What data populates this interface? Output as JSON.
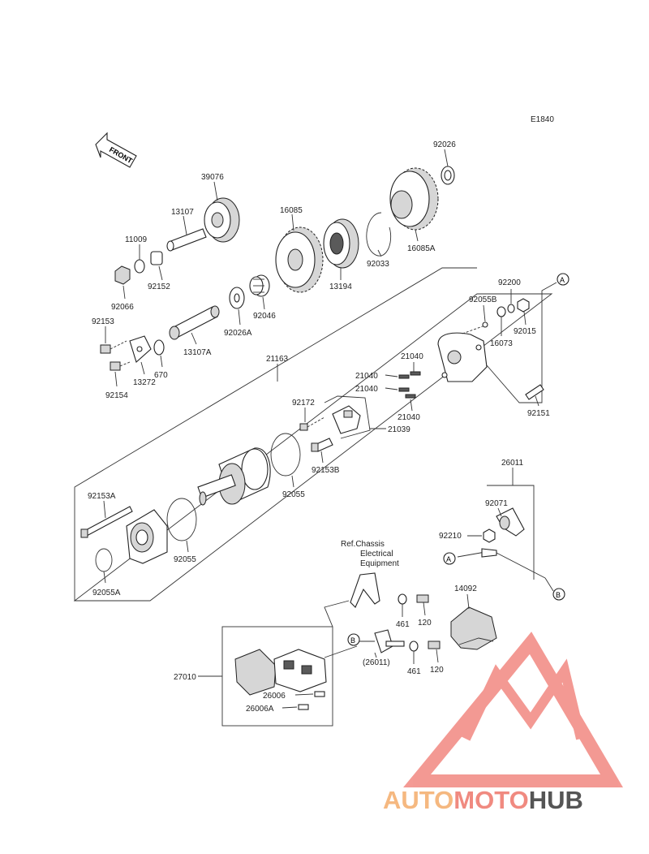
{
  "diagram": {
    "code": "E1840",
    "front_label": "FRONT",
    "ref_note": [
      "Ref.Chassis",
      "Electrical",
      "Equipment"
    ],
    "callout_letters": [
      "A",
      "B"
    ],
    "labels": {
      "p39076": "39076",
      "p13107": "13107",
      "p11009": "11009",
      "p92152": "92152",
      "p92066": "92066",
      "p16085": "16085",
      "p92046": "92046",
      "p92026A": "92026A",
      "p13107A": "13107A",
      "p92153": "92153",
      "p13272": "13272",
      "p670": "670",
      "p92154": "92154",
      "p13194": "13194",
      "p92033": "92033",
      "p92026": "92026",
      "p16085A": "16085A",
      "p92200": "92200",
      "p92055B": "92055B",
      "p92015": "92015",
      "p16073": "16073",
      "p21163": "21163",
      "p21040a": "21040",
      "p21040b": "21040",
      "p21040c": "21040",
      "p21040d": "21040",
      "p92172": "92172",
      "p21039": "21039",
      "p92151": "92151",
      "p92153B": "92153B",
      "p92055a": "92055",
      "p92153A": "92153A",
      "p92055b": "92055",
      "p92055A": "92055A",
      "p26011": "26011",
      "p92071": "92071",
      "p92210": "92210",
      "p14092": "14092",
      "p461a": "461",
      "p120a": "120",
      "p26011p": "(26011)",
      "p461b": "461",
      "p120b": "120",
      "p27010": "27010",
      "p26006": "26006",
      "p26006A": "26006A"
    }
  },
  "watermark": {
    "text_auto": "AUTO",
    "text_moto": "MOTO",
    "text_hub": "HUB",
    "color_auto": "#f5b880",
    "color_moto": "#f08a80",
    "color_hub": "#555555",
    "logo_color": "#f07870"
  }
}
